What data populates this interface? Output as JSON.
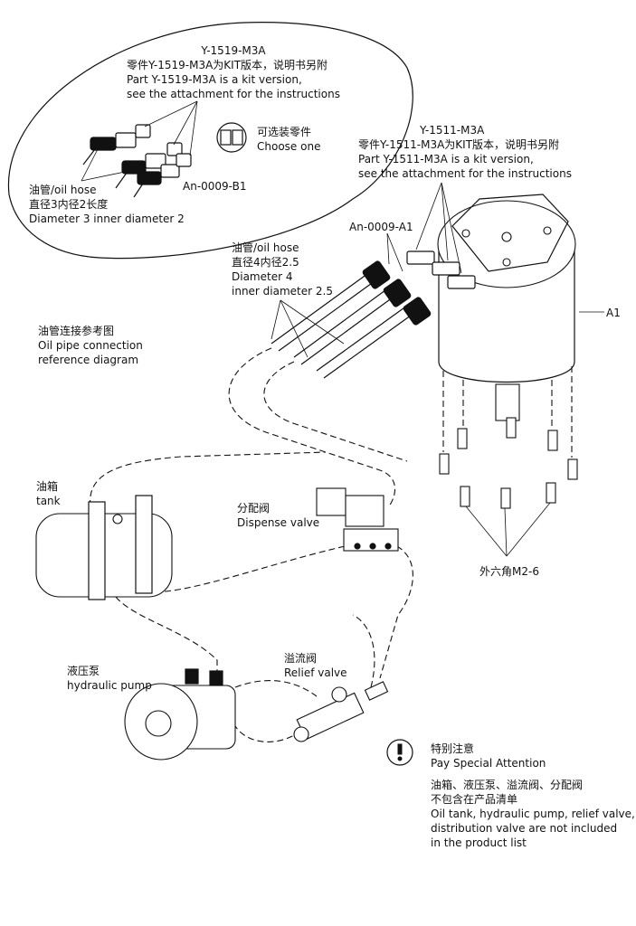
{
  "kit_b": {
    "title": "Y-1519-M3A",
    "line_cn": "零件Y-1519-M3A为KIT版本，说明书另附",
    "line_en1": "Part Y-1519-M3A is a kit version,",
    "line_en2": "see the attachment for the instructions"
  },
  "choose": {
    "cn": "可选装零件",
    "en": "Choose one"
  },
  "part_b1": "An-0009-B1",
  "hose_small": {
    "line1": "油管/oil hose",
    "line2": "直径3内径2长度",
    "line3": "Diameter 3 inner diameter 2"
  },
  "kit_a": {
    "title": "Y-1511-M3A",
    "line_cn": "零件Y-1511-M3A为KIT版本，说明书另附",
    "line_en1": "Part Y-1511-M3A is a kit version,",
    "line_en2": "see the attachment for the instructions"
  },
  "part_a1": "An-0009-A1",
  "hose_large": {
    "line1": "油管/oil hose",
    "line2": "直径4内径2.5",
    "line3": "Diameter 4",
    "line4": "inner diameter 2.5"
  },
  "callout_a1": "A1",
  "reference": {
    "cn": "油管连接参考图",
    "en1": "Oil pipe connection",
    "en2": "reference diagram"
  },
  "tank": {
    "cn": "油箱",
    "en": "tank"
  },
  "dispense": {
    "cn": "分配阀",
    "en": "Dispense valve"
  },
  "bolts": "外六角M2-6",
  "pump": {
    "cn": "液压泵",
    "en": "hydraulic pump"
  },
  "relief": {
    "cn": "溢流阀",
    "en": "Relief valve"
  },
  "attention": {
    "title_cn": "特别注意",
    "title_en": "Pay Special Attention",
    "note_cn1": "油箱、液压泵、溢流阀、分配阀",
    "note_cn2": "不包含在产品清单",
    "note_en1": "Oil tank, hydraulic pump, relief valve,",
    "note_en2": "distribution valve are not included",
    "note_en3": "in the product list"
  }
}
